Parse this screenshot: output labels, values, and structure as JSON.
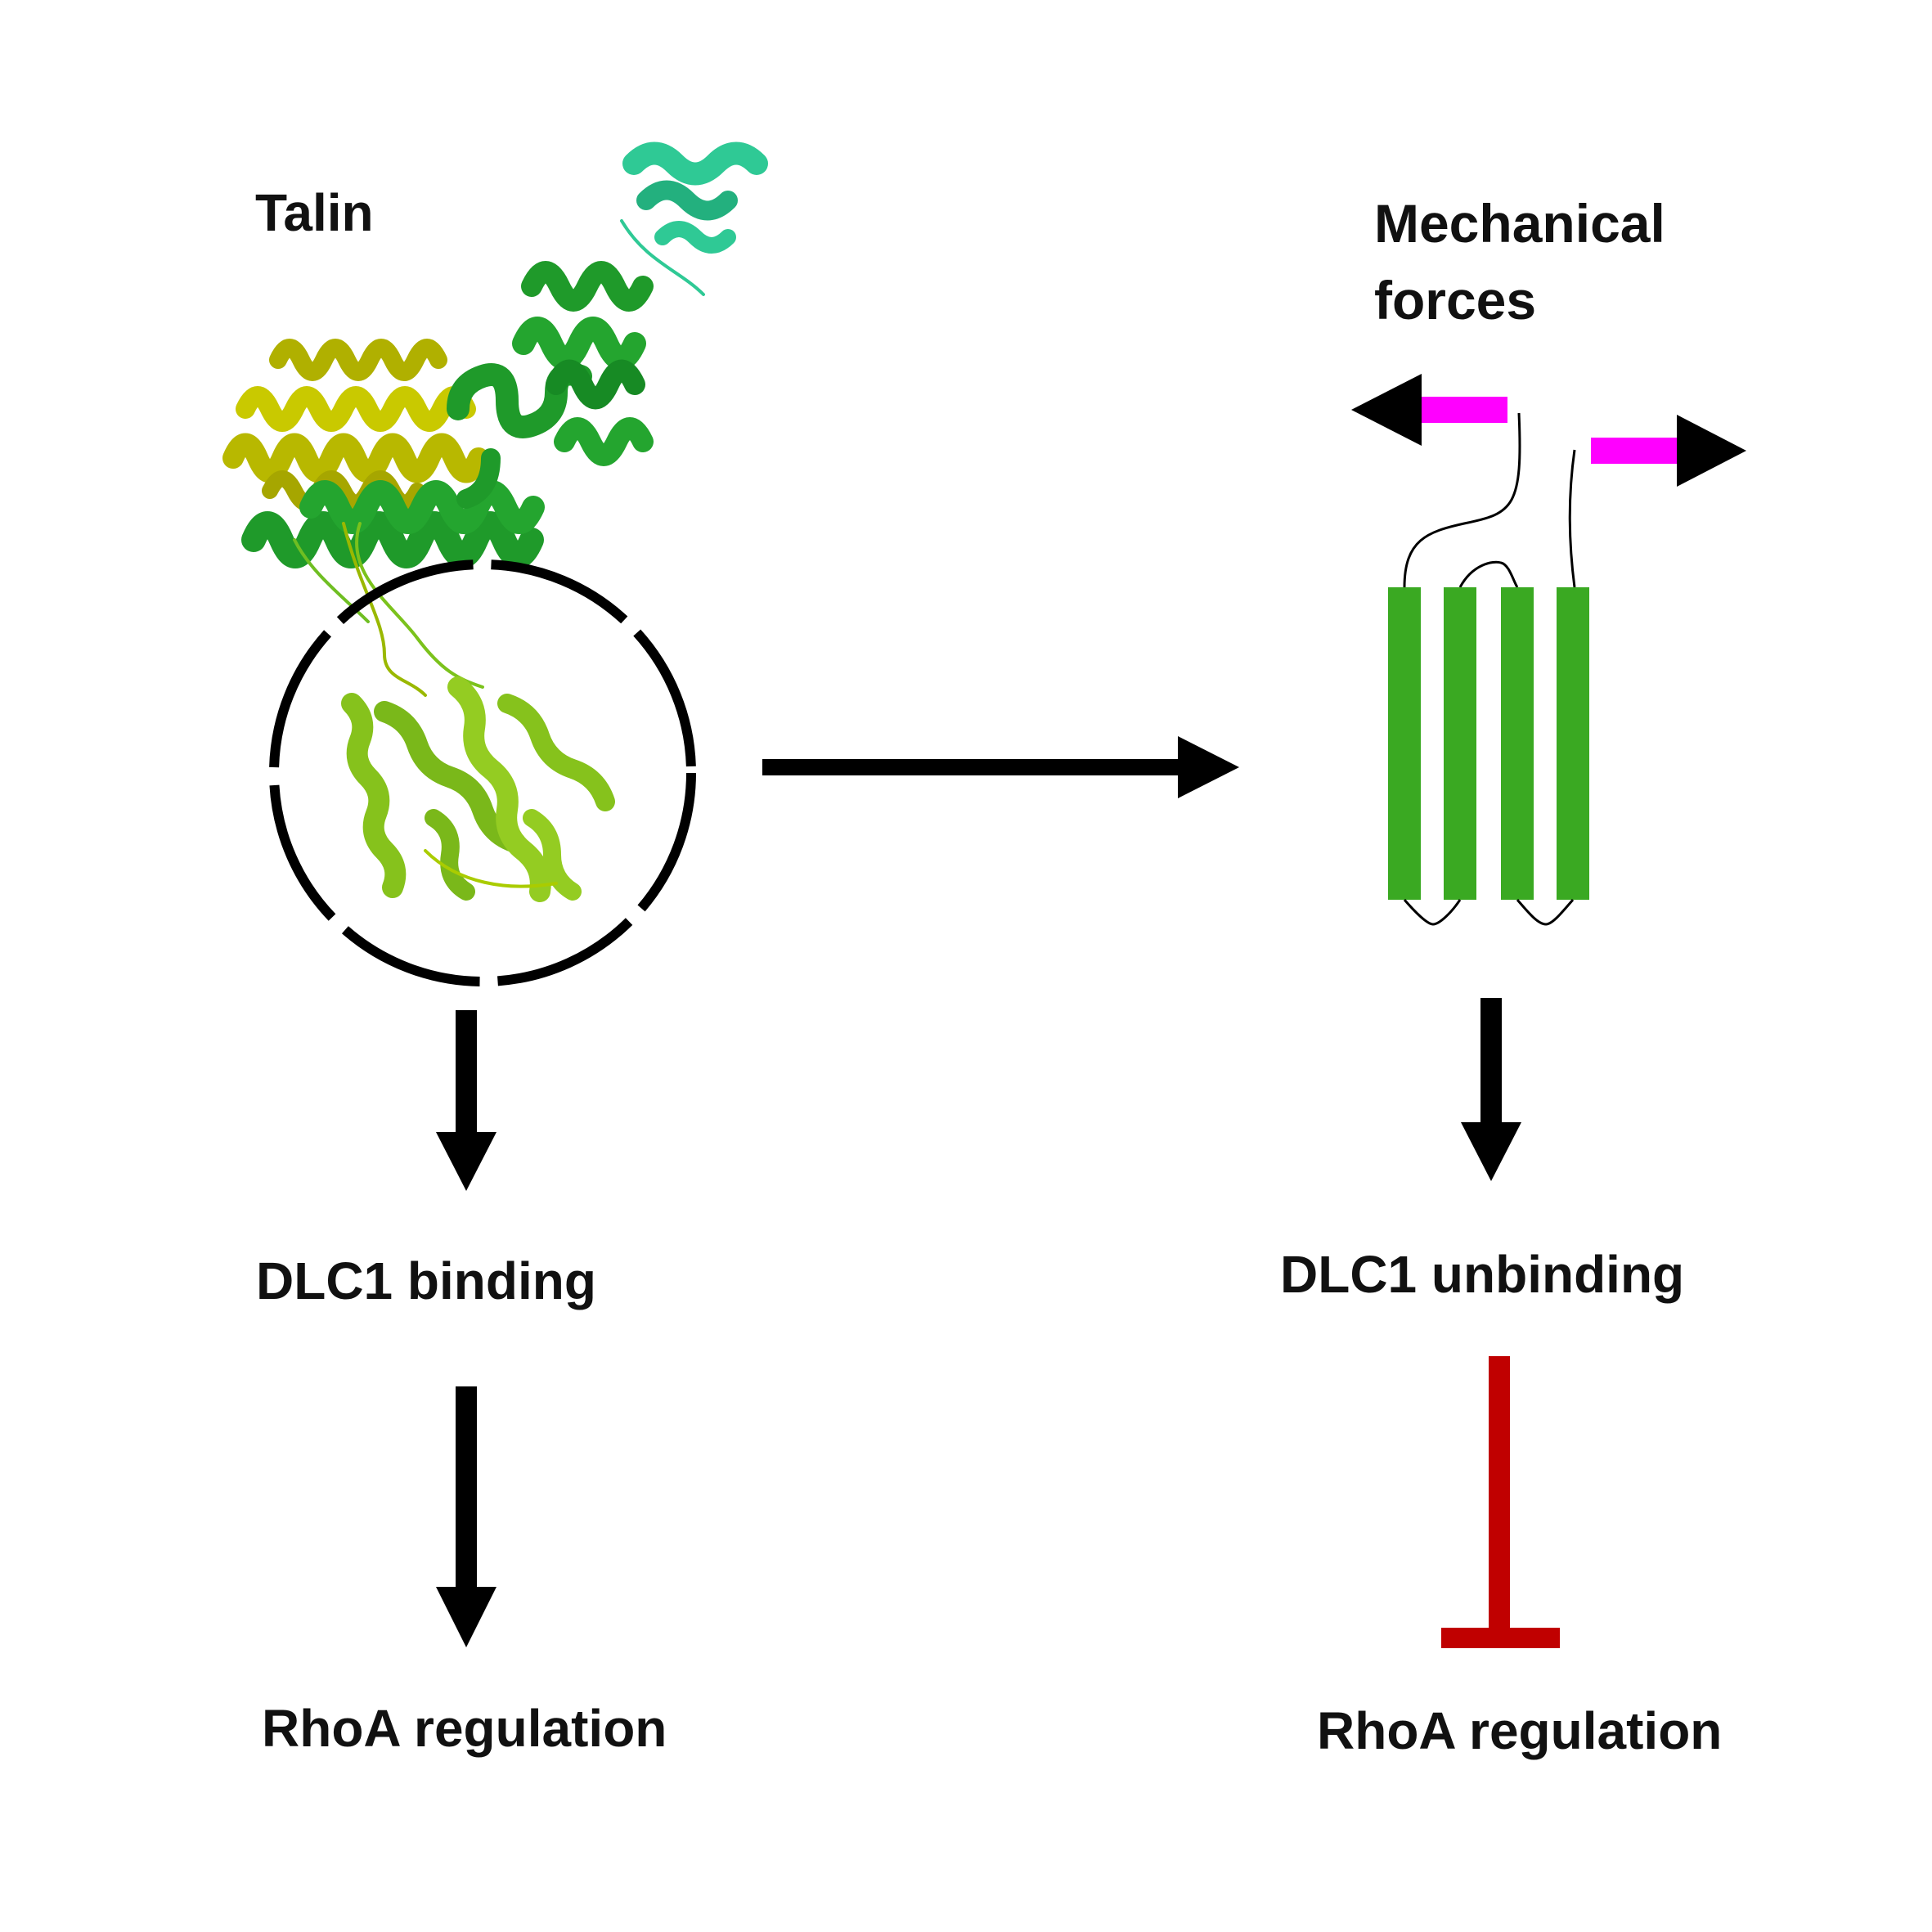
{
  "labels": {
    "talin": "Talin",
    "mechanical_line1": "Mechanical",
    "mechanical_line2": "forces",
    "dlc1_binding": "DLC1 binding",
    "dlc1_unbinding": "DLC1 unbinding",
    "rhoa_left": "RhoA regulation",
    "rhoa_right": "RhoA regulation"
  },
  "colors": {
    "arrow": "#000000",
    "inhibition": "#c00000",
    "force_bar": "#ff00ff",
    "helix_bundle": "#3aa922",
    "helix_dark_green": "#1f9a2a",
    "helix_yellow": "#b8b800",
    "helix_lime": "#86c21c",
    "helix_teal": "#2fc995",
    "text": "#111111"
  },
  "icons": {
    "talin_structure": "protein-ribbon-icon",
    "force_left": "force-arrow-left-icon",
    "force_right": "force-arrow-right-icon",
    "bundle": "four-helix-bundle-icon"
  }
}
